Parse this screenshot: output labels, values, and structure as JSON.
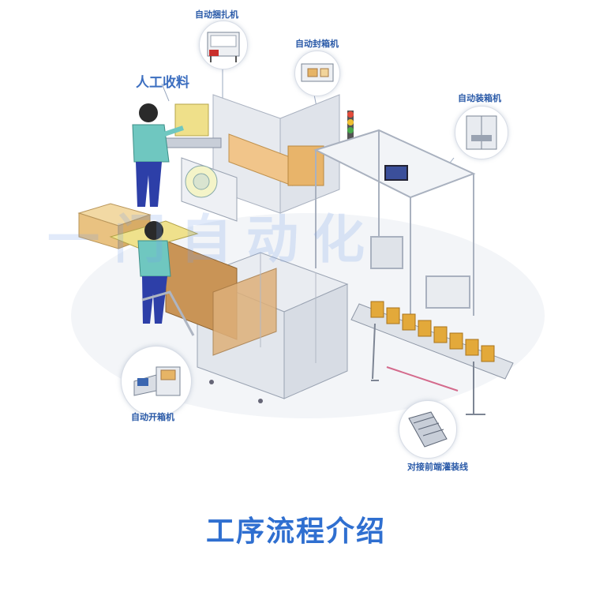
{
  "title": "工序流程介绍",
  "manual_label": "人工收料",
  "callouts": {
    "strapping": "自动捆扎机",
    "sealing": "自动封箱机",
    "packing": "自动装箱机",
    "erecting": "自动开箱机",
    "filling_line": "对接前端灌装线"
  },
  "colors": {
    "title": "#2f6fd0",
    "label": "#2a5aa8",
    "frame": "#d7dbe3",
    "conveyor_box": "#e3a93a",
    "worker_shirt": "#6fc7c0",
    "worker_pants": "#2d3fa8"
  }
}
